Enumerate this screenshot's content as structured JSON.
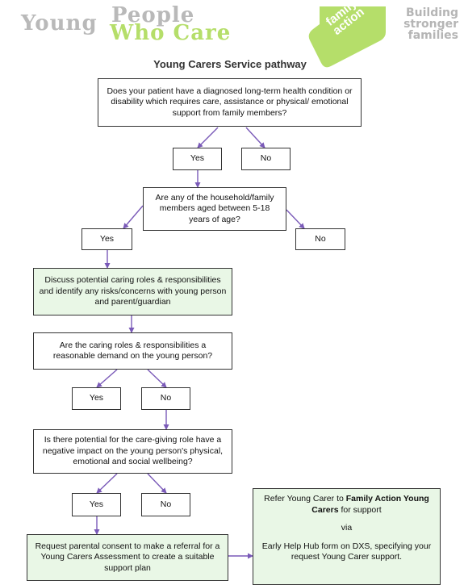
{
  "header": {
    "logo_line1": "Young",
    "logo_line1b": "People",
    "logo_line2": "Who Care",
    "family_action_logo": "family\naction",
    "tagline": "Building\nstronger\nfamilies",
    "title": "Young Carers Service pathway"
  },
  "colors": {
    "arrow": "#7a5ab8",
    "green_fill": "#e9f7e6",
    "logo_green": "#b5de6a",
    "logo_grey": "#b9b9b9"
  },
  "flow": {
    "q1": "Does your patient have a diagnosed long-term health condition or disability which requires care, assistance or physical/ emotional support from family members?",
    "q1_yes": "Yes",
    "q1_no": "No",
    "q2": "Are any of the household/family members aged between 5-18 years of age?",
    "q2_yes": "Yes",
    "q2_no": "No",
    "discuss": "Discuss potential caring roles & responsibilities and identify any risks/concerns with young person and parent/guardian",
    "q3": "Are the caring roles & responsibilities a reasonable demand on the young person?",
    "q3_yes": "Yes",
    "q3_no": "No",
    "q4": "Is there potential for the care-giving role have a negative impact on the young person's physical, emotional and social wellbeing?",
    "q4_yes": "Yes",
    "q4_no": "No",
    "consent": "Request parental consent to make a referral for a Young Carers Assessment to create a suitable support plan",
    "refer_pre": "Refer Young Carer to ",
    "refer_bold": "Family Action Young Carers",
    "refer_post": " for support",
    "refer_via": "via",
    "refer_form": "Early Help Hub form on DXS, specifying your request Young Carer support."
  }
}
